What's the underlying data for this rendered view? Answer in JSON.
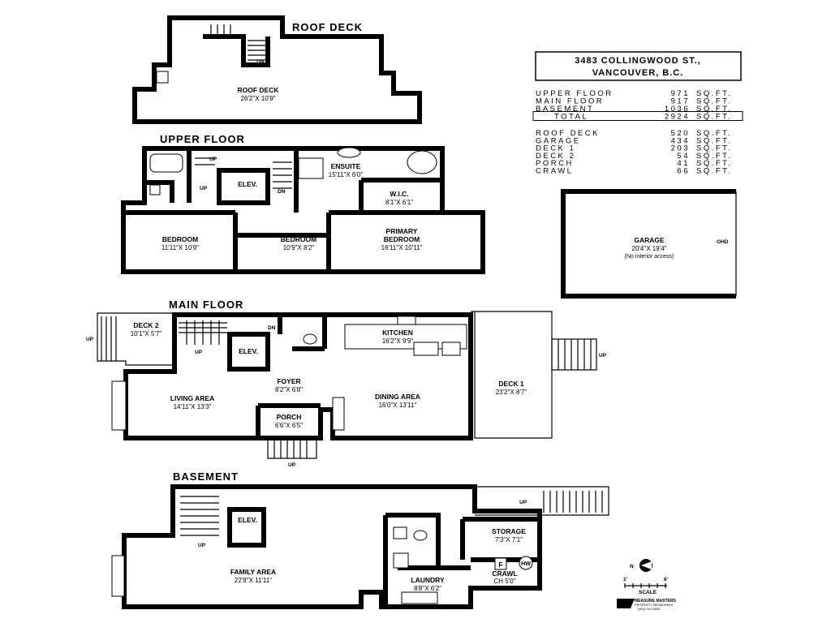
{
  "address": {
    "line1": "3483 COLLINGWOOD ST.,",
    "line2": "VANCOUVER, B.C."
  },
  "areas": [
    {
      "label": "UPPER FLOOR",
      "value": "971",
      "unit": "SQ.FT."
    },
    {
      "label": "MAIN FLOOR",
      "value": "917",
      "unit": "SQ.FT."
    },
    {
      "label": "BASEMENT",
      "value": "1036",
      "unit": "SQ.FT."
    },
    {
      "label": "TOTAL",
      "value": "2924",
      "unit": "SQ.FT."
    }
  ],
  "other_areas": [
    {
      "label": "ROOF DECK",
      "value": "520",
      "unit": "SQ.FT."
    },
    {
      "label": "GARAGE",
      "value": "434",
      "unit": "SQ.FT."
    },
    {
      "label": "DECK 1",
      "value": "203",
      "unit": "SQ.FT."
    },
    {
      "label": "DECK 2",
      "value": "54",
      "unit": "SQ.FT."
    },
    {
      "label": "PORCH",
      "value": "41",
      "unit": "SQ.FT."
    },
    {
      "label": "CRAWL",
      "value": "66",
      "unit": "SQ.FT."
    }
  ],
  "floors": {
    "roof": "ROOF DECK",
    "upper": "UPPER FLOOR",
    "main": "MAIN FLOOR",
    "basement": "BASEMENT"
  },
  "rooms": {
    "roof_deck": {
      "name": "ROOF DECK",
      "dim": "26'2\"X 10'9\""
    },
    "ensuite": {
      "name": "ENSUITE",
      "dim": "15'11\"X 6'0\""
    },
    "wic": {
      "name": "W.I.C.",
      "dim": "8'1\"X 6'1\""
    },
    "bedroom1": {
      "name": "BEDROOM",
      "dim": "11'11\"X 10'9\""
    },
    "bedroom2": {
      "name": "BEDROOM",
      "dim": "10'9\"X 8'2\""
    },
    "primary_l1": "PRIMARY",
    "primary_l2": "BEDROOM",
    "primary_dim": "16'11\"X 10'11\"",
    "deck2": {
      "name": "DECK 2",
      "dim": "10'1\"X 5'7\""
    },
    "kitchen": {
      "name": "KITCHEN",
      "dim": "16'2\"X 9'9\""
    },
    "foyer": {
      "name": "FOYER",
      "dim": "8'2\"X 6'8\""
    },
    "living": {
      "name": "LIVING AREA",
      "dim": "14'11\"X 13'3\""
    },
    "dining": {
      "name": "DINING AREA",
      "dim": "16'0\"X 13'11\""
    },
    "porch": {
      "name": "PORCH",
      "dim": "6'6\"X 6'5\""
    },
    "deck1": {
      "name": "DECK 1",
      "dim": "23'2\"X 8'7\""
    },
    "garage": {
      "name": "GARAGE",
      "dim": "20'4\"X 19'4\"",
      "note": "(No interior access)",
      "ohd": "OHD"
    },
    "storage": {
      "name": "STORAGE",
      "dim": "7'3\"X 7'1\""
    },
    "family": {
      "name": "FAMILY AREA",
      "dim": "22'8\"X 11'11\""
    },
    "laundry": {
      "name": "LAUNDRY",
      "dim": "8'8\"X 6'2\""
    },
    "crawl": {
      "name": "CRAWL",
      "dim": "CH 5'0\""
    }
  },
  "labels": {
    "elev": "ELEV.",
    "up": "UP",
    "dn": "DN",
    "furnace": "F",
    "hot_water": "HW",
    "scale": "SCALE",
    "scale_start": "1'",
    "scale_end": "6'",
    "north": "N",
    "logo_name": "MEASURE MASTERS",
    "logo_tagline": "PROPERTY MEASURING",
    "logo_phone": "(604) 921-5525"
  }
}
